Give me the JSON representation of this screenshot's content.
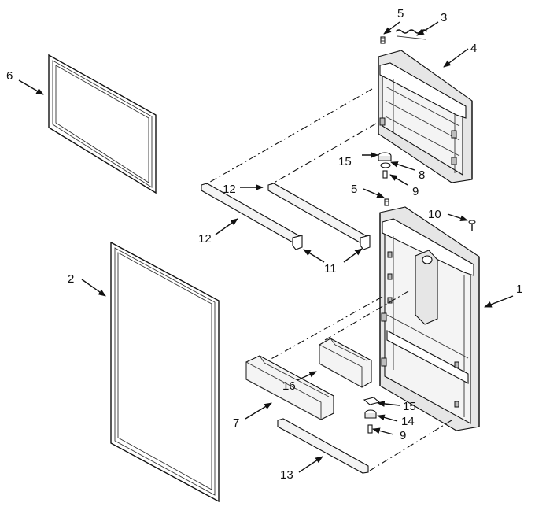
{
  "callouts": {
    "c1": "1",
    "c2": "2",
    "c3": "3",
    "c4": "4",
    "c5a": "5",
    "c5b": "5",
    "c6": "6",
    "c7": "7",
    "c8": "8",
    "c9a": "9",
    "c9b": "9",
    "c10": "10",
    "c11": "11",
    "c12a": "12",
    "c12b": "12",
    "c13": "13",
    "c14": "14",
    "c15a": "15",
    "c15b": "15",
    "c16": "16"
  }
}
